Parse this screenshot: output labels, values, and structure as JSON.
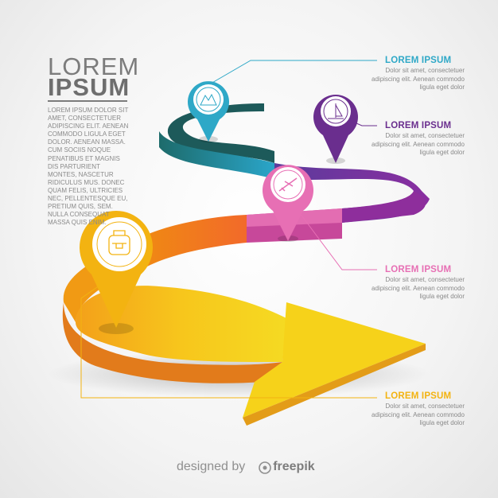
{
  "header": {
    "title_line1": "LOREM",
    "title_line2": "IPSUM",
    "intro": "LOREM IPSUM DOLOR SIT AMET, CONSECTETUER ADIPISCING ELIT. AENEAN COMMODO LIGULA EGET DOLOR. AENEAN MASSA. CUM SOCIIS NOQUE PENATIBUS ET MAGNIS DIS PARTURIENT MONTES, NASCETUR RIDICULUS MUS. DONEC QUAM FELIS, ULTRICIES NEC, PELLENTESQUE EU, PRETIUM QUIS, SEM. NULLA CONSEQUAT MASSA QUIS ENIM."
  },
  "steps": [
    {
      "heading": "LOREM IPSUM",
      "desc": "Dolor sit amet, consectetuer adipiscing elit. Aenean commodo ligula eget dolor",
      "color": "#2ea8c7",
      "icon": "beach-icon"
    },
    {
      "heading": "LOREM IPSUM",
      "desc": "Dolor sit amet, consectetuer adipiscing elit. Aenean commodo ligula eget dolor",
      "color": "#6a2e8e",
      "icon": "sailboat-icon"
    },
    {
      "heading": "LOREM IPSUM",
      "desc": "Dolor sit amet, consectetuer adipiscing elit. Aenean commodo ligula eget dolor",
      "color": "#e76fb4",
      "icon": "airplane-icon"
    },
    {
      "heading": "LOREM IPSUM",
      "desc": "Dolor sit amet, consectetuer adipiscing elit. Aenean commodo ligula eget dolor",
      "color": "#f3b311",
      "icon": "backpack-icon"
    }
  ],
  "credit": {
    "prefix": "designed by",
    "brand": "freepik"
  }
}
